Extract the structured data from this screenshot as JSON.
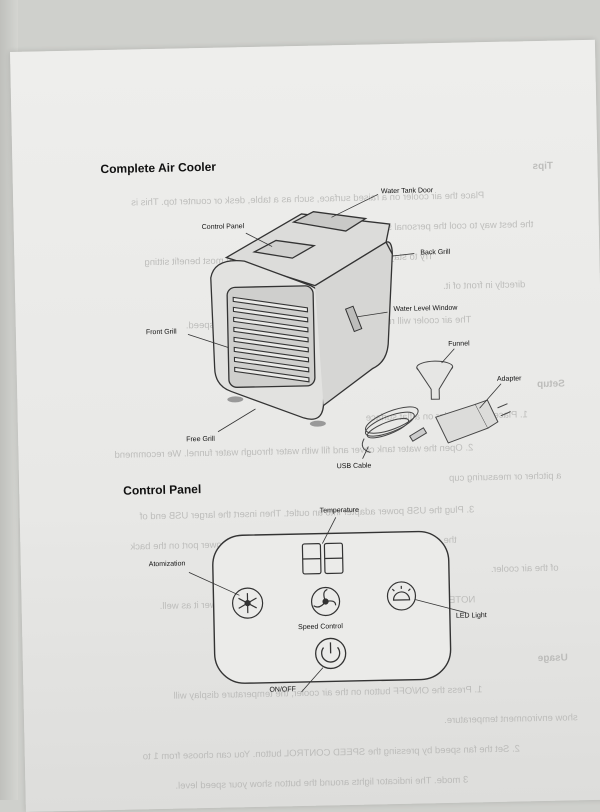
{
  "sections": {
    "complete_title": "Complete Air Cooler",
    "control_title": "Control Panel"
  },
  "cooler_labels": {
    "water_tank_door": "Water Tank Door",
    "control_panel": "Control Panel",
    "back_grill": "Back Grill",
    "front_grill": "Front Grill",
    "water_level_window": "Water Level Window",
    "funnel": "Funnel",
    "adapter": "Adapter",
    "free_grill": "Free Grill",
    "usb_cable": "USB Cable"
  },
  "panel_labels": {
    "temperature": "Temperature",
    "atomization": "Atomization",
    "speed_control": "Speed Control",
    "led_light": "LED Light",
    "on_off": "ON/OFF"
  },
  "icons": {
    "atomization": "snowflake-icon",
    "speed": "fan-icon",
    "led": "light-icon",
    "power": "power-icon"
  },
  "bleed_through": [
    "Tips",
    "Place the air cooler on a raised surface, such as a table, desk or counter top. This is",
    "the best way to cool the personal space.",
    "Try to stay within 3 ft from the cooler. You feel the most benefit sitting",
    "directly in front of it.",
    "The air cooler will run for approximately 4-6 hours on low fan speed.",
    "Setup",
    "1. Place the air cooler on a flat surface",
    "2. Open the water tank cover and fill with water through water funnel. We recommend",
    "a pitcher or measuring cup",
    "3. Plug the USB power adapter into an outlet. Then insert the larger USB end of",
    "the cable into the adapter and the smaller end into the power port on the back",
    "of the air cooler.",
    "NOTE: You can use the larger USB end into a computer to power it as well.",
    "Usage",
    "1. Press the ON/OFF button on the air cooler, the temperature display will",
    "show environment temperature.",
    "2. Set the fan speed by pressing the SPEED CONTROL button. You can choose from 1 to",
    "3 mode. The indicator lights around the button show your speed level."
  ]
}
